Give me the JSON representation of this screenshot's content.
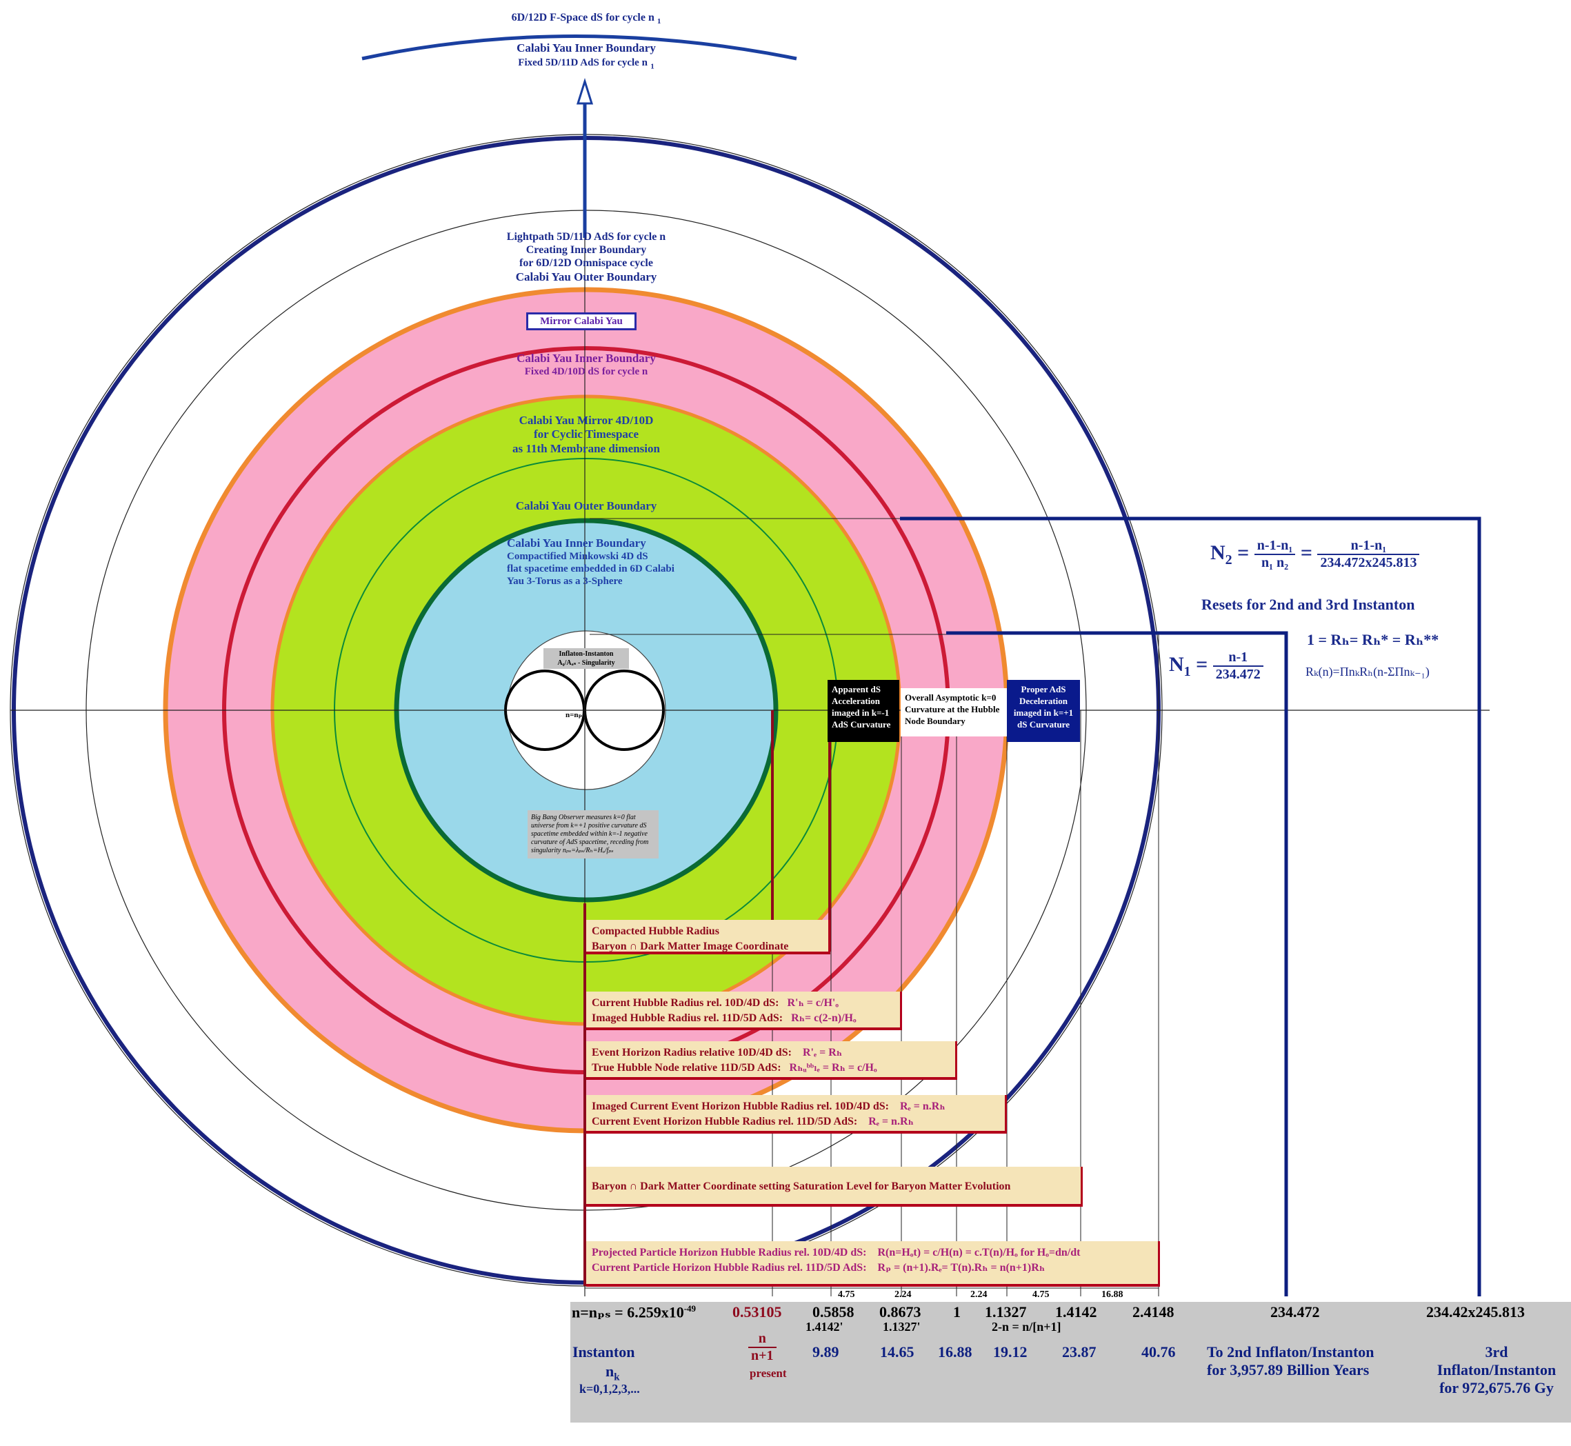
{
  "colors": {
    "navy": "#0d1f80",
    "outer_ring_navy": "#1a237e",
    "orange_ring": "#f08a30",
    "pink": "#f9a8c8",
    "red_ring": "#cc1a36",
    "lime": "#b3e31f",
    "dark_green_ring": "#0a7a3a",
    "light_blue": "#9ad8ea",
    "box_fill": "#f5e4b8",
    "box_border": "#b3001b",
    "table_gray": "#c8c8c8"
  },
  "top": {
    "fspace": "6D/12D F-Space dS for cycle n",
    "fspace_sub": "1",
    "cy_inner": "Calabi Yau Inner Boundary",
    "fixed": "Fixed 5D/11D AdS for cycle n",
    "fixed_sub": "1"
  },
  "lightpath": {
    "line1": "Lightpath 5D/11D AdS for cycle n",
    "line2": "Creating Inner Boundary",
    "line3": "for 6D/12D Omnispace cycle",
    "line4": "Calabi Yau Outer Boundary"
  },
  "mirror_box": "Mirror Calabi Yau",
  "pink_labels": {
    "line1": "Calabi Yau Inner Boundary",
    "line2": "Fixed 4D/10D dS for cycle n"
  },
  "green_labels": {
    "line1": "Calabi Yau Mirror 4D/10D",
    "line2": "for Cyclic  Timespace",
    "line3": "as 11th Membrane dimension",
    "outer": "Calabi Yau Outer Boundary"
  },
  "blue_labels": {
    "line1": "Calabi Yau Inner Boundary",
    "line2": "Compactified Minkowski 4D dS",
    "line3": "flat spacetime embedded in 6D Calabi",
    "line4": "Yau 3-Torus as a 3-Sphere"
  },
  "center": {
    "singularity_line1": "Inflaton-Instanton",
    "singularity_line2": "A₀/Aₐₛ - Singularity",
    "n_label": "n=nₚₛ",
    "big_bang": "Big Bang Observer measures k=0 flat universe from k=+1 positive curvature dS spacetime embedded within k=-1 negative curvature of AdS spacetime, receding from singularity nₚₛ=λₚₛ/Rₕ=Hₒ/fₚₛ"
  },
  "mid_boxes": {
    "apparent": "Apparent  dS Acceleration imaged in k=-1 AdS Curvature",
    "overall": "Overall Asymptotic k=0 Curvature at the Hubble Node Boundary",
    "proper": "Proper AdS Deceleration imaged in k=+1 dS Curvature"
  },
  "boxes": {
    "b1_l1": "Compacted Hubble Radius",
    "b1_l2": "Baryon  ∩ Dark Matter Image Coordinate",
    "b2_l1": "Current Hubble Radius rel. 10D/4D dS:",
    "b2_f1": "R'ₕ  = c/H'ₒ",
    "b2_l2": "Imaged  Hubble Radius rel. 11D/5D AdS:",
    "b2_f2": "Rₕ= c(2-n)/Hₒ",
    "b3_l1": "Event Horizon Radius relative 10D/4D dS:",
    "b3_f1": "R'ₑ =   Rₕ",
    "b3_l2": "True Hubble Node relative 11D/5D AdS:",
    "b3_f2": "Rₕᵤᵇᵇₗₑ  = Rₕ  = c/Hₒ",
    "b4_l1": "Imaged Current Event Horizon Hubble Radius rel. 10D/4D dS:",
    "b4_f1": "Rₑ  =  n.Rₕ",
    "b4_l2": "Current Event Horizon Hubble Radius rel. 11D/5D AdS:",
    "b4_f2": "Rₑ  =  n.Rₕ",
    "b5": "Baryon ∩ Dark Matter Coordinate setting Saturation Level for Baryon Matter Evolution",
    "b6_l1": "Projected Particle Horizon Hubble Radius rel. 10D/4D dS:",
    "b6_f1": "R(n=Hₒt)  =  c/H(n) =   c.T(n)/Hₒ  for Hₒ=dn/dt",
    "b6_l2": "Current Particle Horizon Hubble Radius rel. 11D/5D AdS:",
    "b6_f2": "Rₚ   =   (n+1).Rₑ= T(n).Rₕ  =  n(n+1)Rₕ"
  },
  "right_formulas": {
    "n2_lhs": "N",
    "n2_sub": "2",
    "n2_num1": "n-1-n₁",
    "n2_den1": "n₁ n₂",
    "n2_num2": "n-1-n₁",
    "n2_den2": "234.472x245.813",
    "resets": "Resets for 2nd and 3rd Instanton",
    "rh_eq": "1 = Rₕ= Rₕ* = Rₕ**",
    "n1_lhs": "N",
    "n1_sub": "1",
    "n1_num": "n-1",
    "n1_den": "234.472",
    "rk": "Rₖ(n)=ΠnₖRₕ(n-ΣΠnₖ₋₁)"
  },
  "scale_small": {
    "v1": "4.75",
    "v2": "2.24",
    "v3": "2.24",
    "v4": "4.75",
    "v5": "16.88"
  },
  "table": {
    "n_ps": "n=nₚₛ = 6.259x10",
    "n_ps_exp": "-49",
    "present_val": "0.53105",
    "v1": "0.5858",
    "v1b": "1.4142'",
    "v2": "0.8673",
    "v2b": "1.1327'",
    "v3": "1",
    "v4": "1.1327",
    "v5": "1.4142",
    "v45b": "2-n = n/[n+1]",
    "v6": "2.4148",
    "v7": "234.472",
    "v8": "234.42x245.813",
    "instanton": "Instanton",
    "nk": "n",
    "nk_sub": "k",
    "krange": "k=0,1,2,3,...",
    "frac_num": "n",
    "frac_den": "n+1",
    "present": "present",
    "r1": "9.89",
    "r2": "14.65",
    "r3": "16.88",
    "r4": "19.12",
    "r5": "23.87",
    "r6": "40.76",
    "second_l1": "To 2nd Inflaton/Instanton",
    "second_l2": "for 3,957.89 Billion Years",
    "third_l1": "3rd",
    "third_l2": "Inflaton/Instanton",
    "third_l3": "for 972,675.76 Gy"
  }
}
